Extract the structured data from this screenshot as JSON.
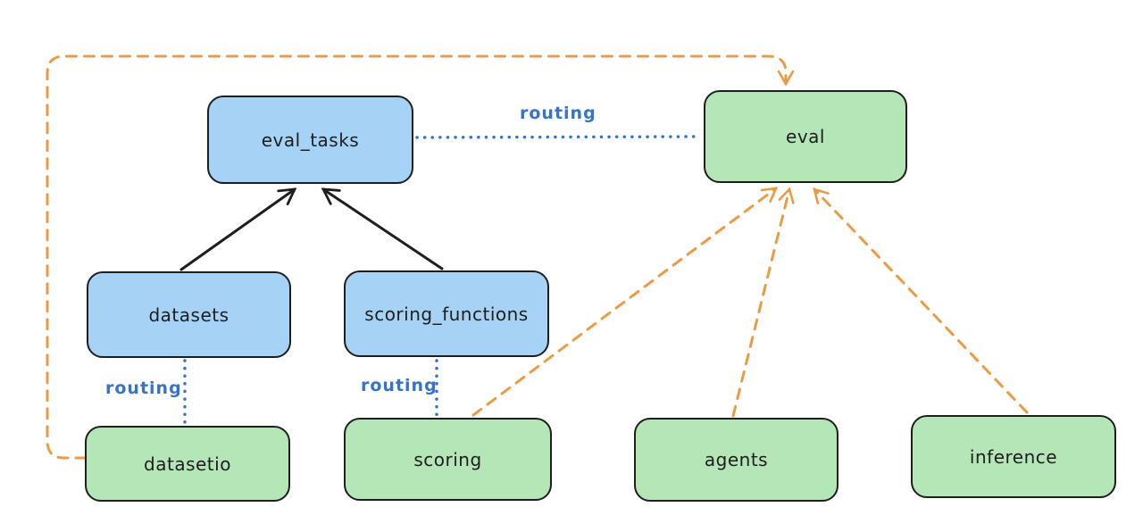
{
  "diagram": {
    "nodes": {
      "eval_tasks": {
        "label": "eval_tasks",
        "color": "blue"
      },
      "eval": {
        "label": "eval",
        "color": "green"
      },
      "datasets": {
        "label": "datasets",
        "color": "blue"
      },
      "scoring_functions": {
        "label": "scoring_functions",
        "color": "blue"
      },
      "datasetio": {
        "label": "datasetio",
        "color": "green"
      },
      "scoring": {
        "label": "scoring",
        "color": "green"
      },
      "agents": {
        "label": "agents",
        "color": "green"
      },
      "inference": {
        "label": "inference",
        "color": "green"
      }
    },
    "edges": {
      "eval_tasks_eval": {
        "from": "eval_tasks",
        "to": "eval",
        "label": "routing",
        "style": "dotted-blue"
      },
      "datasets_datasetio": {
        "from": "datasets",
        "to": "datasetio",
        "label": "routing",
        "style": "dotted-blue"
      },
      "scoring_functions_scoring": {
        "from": "scoring_functions",
        "to": "scoring",
        "label": "routing",
        "style": "dotted-blue"
      },
      "datasets_eval_tasks": {
        "from": "datasets",
        "to": "eval_tasks",
        "style": "solid-black-arrow"
      },
      "scoring_functions_eval_tasks": {
        "from": "scoring_functions",
        "to": "eval_tasks",
        "style": "solid-black-arrow"
      },
      "datasetio_eval": {
        "from": "datasetio",
        "to": "eval",
        "style": "dashed-orange-arrow"
      },
      "scoring_eval": {
        "from": "scoring",
        "to": "eval",
        "style": "dashed-orange-arrow"
      },
      "agents_eval": {
        "from": "agents",
        "to": "eval",
        "style": "dashed-orange-arrow"
      },
      "inference_eval": {
        "from": "inference",
        "to": "eval",
        "style": "dashed-orange-arrow"
      }
    },
    "colors": {
      "node_blue_fill": "#a6d2f5",
      "node_green_fill": "#b5e6b7",
      "node_stroke": "#1e1e1e",
      "edge_orange": "#eb9b43",
      "edge_blue": "#3673c9",
      "edge_black": "#1e1e1e",
      "background": "#ffffff"
    }
  }
}
